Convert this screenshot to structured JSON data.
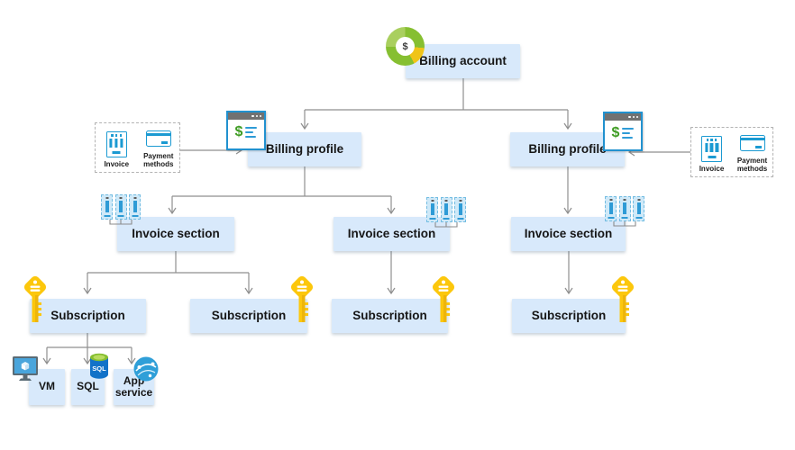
{
  "nodes": {
    "billing_account": "Billing account",
    "billing_profile_left": "Billing profile",
    "billing_profile_right": "Billing profile",
    "invoice_section_1": "Invoice section",
    "invoice_section_2": "Invoice section",
    "invoice_section_3": "Invoice section",
    "subscription_1": "Subscription",
    "subscription_2": "Subscription",
    "subscription_3": "Subscription",
    "subscription_4": "Subscription",
    "vm": "VM",
    "sql": "SQL",
    "app_service": "App service"
  },
  "panels": {
    "left": {
      "invoice": "Invoice",
      "payment_methods": "Payment methods"
    },
    "right": {
      "invoice": "Invoice",
      "payment_methods": "Payment methods"
    }
  },
  "icon_text": {
    "billing_account_dollar": "$",
    "billing_profile_dollar": "$",
    "sql_label": "SQL"
  },
  "colors": {
    "node_fill": "#d8e9fb",
    "connector_gray": "#8f8f8f",
    "icon_blue": "#1b9ad2",
    "window_blue": "#2191cf",
    "key_yellow": "#fcc70c",
    "donut_green": "#86bf31",
    "donut_light_green": "#a9cf5e",
    "donut_yellow": "#f0c419",
    "sql_body_blue": "#1272c8",
    "sql_top_green": "#86bf31",
    "globe_blue": "#2f9fd8"
  }
}
